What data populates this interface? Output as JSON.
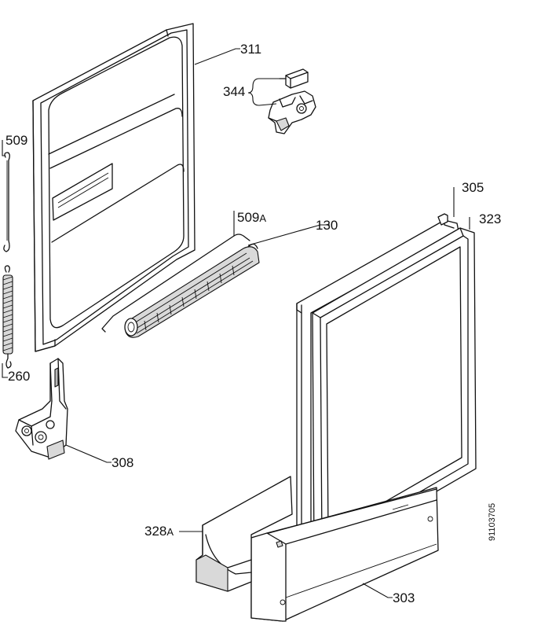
{
  "parts": [
    {
      "id": "p311",
      "number": "311",
      "suffix": ""
    },
    {
      "id": "p344",
      "number": "344",
      "suffix": ""
    },
    {
      "id": "p509",
      "number": "509",
      "suffix": ""
    },
    {
      "id": "p509a",
      "number": "509",
      "suffix": "A"
    },
    {
      "id": "p130",
      "number": "130",
      "suffix": ""
    },
    {
      "id": "p305",
      "number": "305",
      "suffix": ""
    },
    {
      "id": "p323",
      "number": "323",
      "suffix": ""
    },
    {
      "id": "p260",
      "number": "260",
      "suffix": ""
    },
    {
      "id": "p308",
      "number": "308",
      "suffix": ""
    },
    {
      "id": "p328a",
      "number": "328",
      "suffix": "A"
    },
    {
      "id": "p303",
      "number": "303",
      "suffix": ""
    }
  ],
  "drawing_code": "91103705"
}
